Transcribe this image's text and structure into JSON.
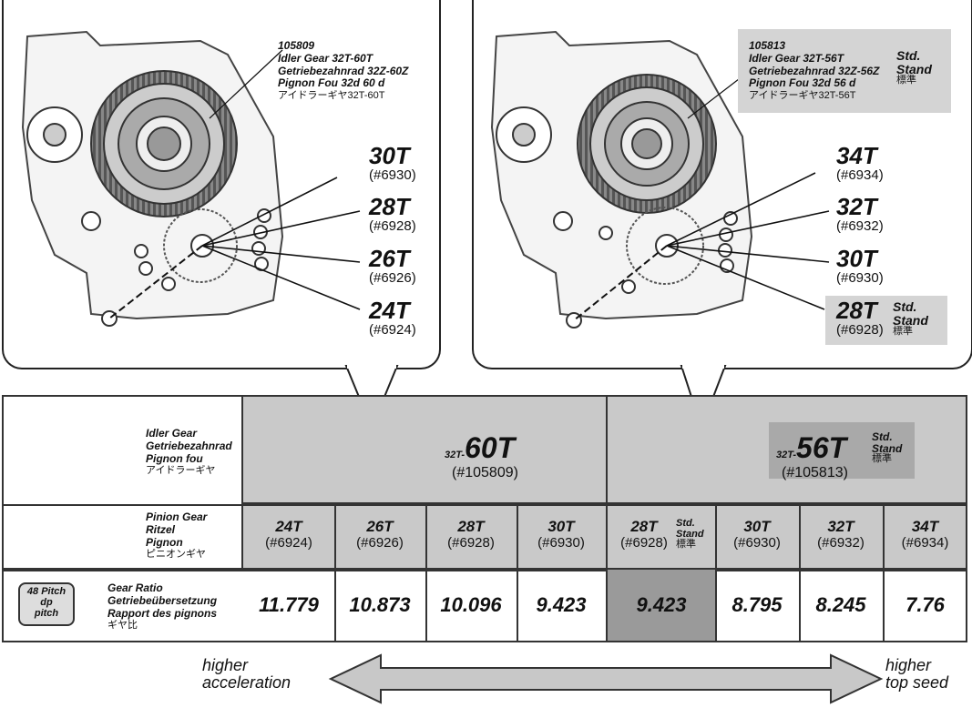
{
  "left_panel": {
    "idler_label": [
      "105809",
      "Idler Gear 32T-60T",
      "Getriebezahnrad 32Z-60Z",
      "Pignon Fou 32d 60 d",
      "アイドラーギヤ32T-60T"
    ],
    "pinions": [
      {
        "teeth": "30T",
        "code": "(#6930)"
      },
      {
        "teeth": "28T",
        "code": "(#6928)"
      },
      {
        "teeth": "26T",
        "code": "(#6926)"
      },
      {
        "teeth": "24T",
        "code": "(#6924)"
      }
    ]
  },
  "right_panel": {
    "idler_label": [
      "105813",
      "Idler Gear 32T-56T",
      "Getriebezahnrad 32Z-56Z",
      "Pignon Fou 32d 56 d",
      "アイドラーギヤ32T-56T"
    ],
    "std_label": [
      "Std.",
      "Stand",
      "標準"
    ],
    "pinions": [
      {
        "teeth": "34T",
        "code": "(#6934)"
      },
      {
        "teeth": "32T",
        "code": "(#6932)"
      },
      {
        "teeth": "30T",
        "code": "(#6930)"
      },
      {
        "teeth": "28T",
        "code": "(#6928)"
      }
    ],
    "pinion_std": [
      "Std.",
      "Stand",
      "標準"
    ]
  },
  "table": {
    "idler_header": [
      "Idler Gear",
      "Getriebezahnrad",
      "Pignon fou",
      "アイドラーギヤ"
    ],
    "pinion_header": [
      "Pinion Gear",
      "Ritzel",
      "Pignon",
      "ピニオンギヤ"
    ],
    "ratio_header": [
      "Gear Ratio",
      "Getriebeübersetzung",
      "Rapport des pignons",
      "ギヤ比"
    ],
    "pitch_badge": [
      "48 Pitch",
      "dp",
      "pitch"
    ],
    "gear60": {
      "prefix": "32T-",
      "main": "60T",
      "code": "(#105809)"
    },
    "gear56": {
      "prefix": "32T-",
      "main": "56T",
      "code": "(#105813)",
      "std": [
        "Std.",
        "Stand",
        "標準"
      ]
    },
    "pinion_cols": [
      {
        "teeth": "24T",
        "code": "(#6924)",
        "ratio": "11.779"
      },
      {
        "teeth": "26T",
        "code": "(#6926)",
        "ratio": "10.873"
      },
      {
        "teeth": "28T",
        "code": "(#6928)",
        "ratio": "10.096"
      },
      {
        "teeth": "30T",
        "code": "(#6930)",
        "ratio": "9.423"
      },
      {
        "teeth": "28T",
        "code": "(#6928)",
        "ratio": "9.423",
        "std": [
          "Std.",
          "Stand",
          "標準"
        ]
      },
      {
        "teeth": "30T",
        "code": "(#6930)",
        "ratio": "8.795"
      },
      {
        "teeth": "32T",
        "code": "(#6932)",
        "ratio": "8.245"
      },
      {
        "teeth": "34T",
        "code": "(#6934)",
        "ratio": "7.76"
      }
    ]
  },
  "arrow": {
    "left": [
      "higher",
      "acceleration"
    ],
    "right": [
      "higher",
      "top seed"
    ]
  }
}
